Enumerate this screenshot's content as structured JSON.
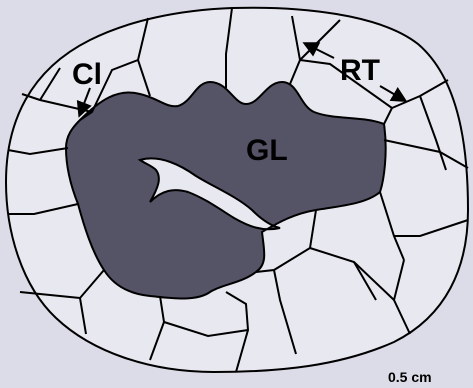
{
  "labels": {
    "cl": "Cl",
    "rt": "RT",
    "gl": "GL",
    "scale": "0.5 cm"
  },
  "colors": {
    "background": "#dcdce8",
    "cells": "#e8e8f0",
    "gland": "#555366",
    "outline": "#000000"
  }
}
